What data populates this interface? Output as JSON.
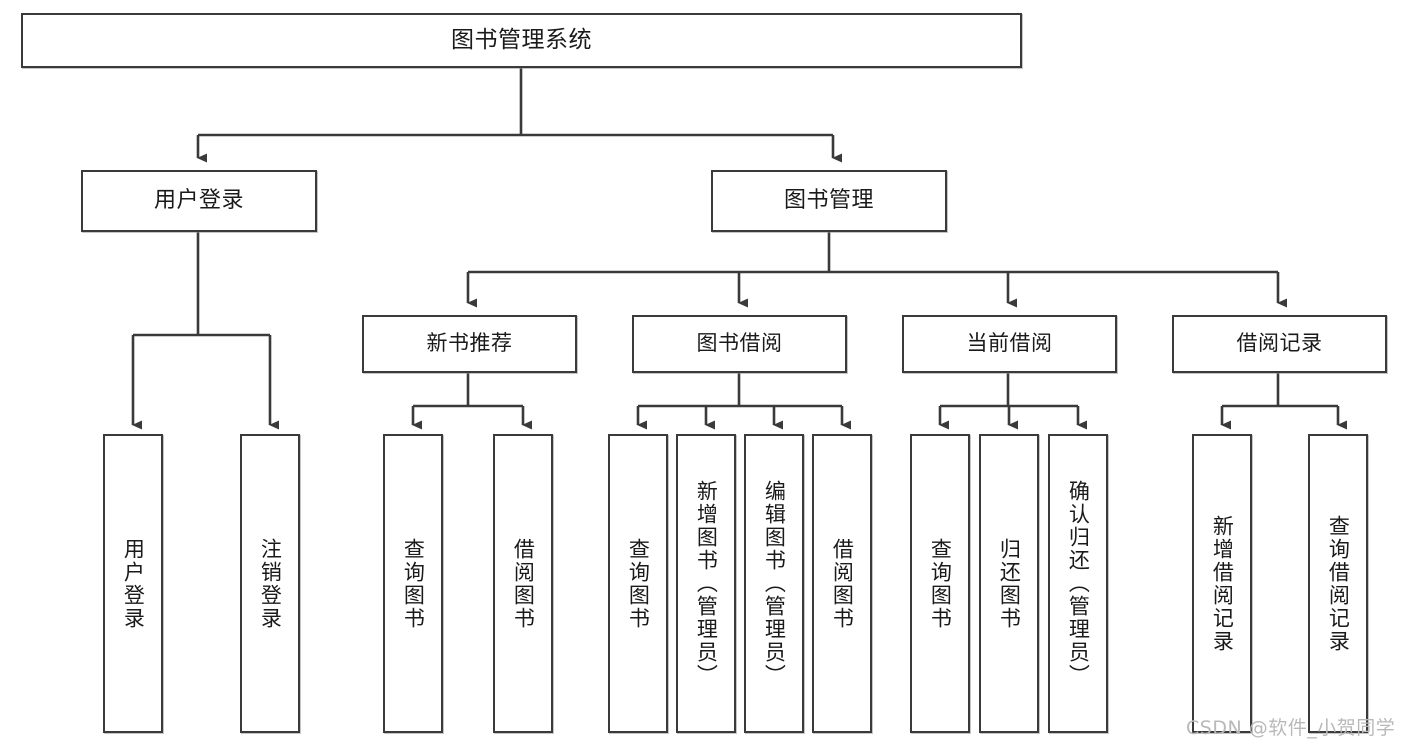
{
  "diagram": {
    "type": "tree",
    "title": "图书管理系统",
    "watermark": "CSDN @软件_小贺同学",
    "colors": {
      "box_border": "#3a3a3a",
      "box_fill": "#ffffff",
      "edge": "#3a3a3a",
      "text": "#1a1a1a",
      "watermark": "#b9b9b9"
    },
    "nodes": {
      "root": {
        "label": "图书管理系统"
      },
      "level2": [
        {
          "label": "用户登录"
        },
        {
          "label": "图书管理"
        }
      ],
      "level3": [
        {
          "label": "新书推荐"
        },
        {
          "label": "图书借阅"
        },
        {
          "label": "当前借阅"
        },
        {
          "label": "借阅记录"
        }
      ],
      "leaves": {
        "user_login": [
          {
            "label": "用户登录"
          },
          {
            "label": "注销登录"
          }
        ],
        "new_book_recommend": [
          {
            "label": "查询图书"
          },
          {
            "label": "借阅图书"
          }
        ],
        "book_borrow": [
          {
            "label": "查询图书"
          },
          {
            "label": "新增图书（管理员）"
          },
          {
            "label": "编辑图书（管理员）"
          },
          {
            "label": "借阅图书"
          }
        ],
        "current_borrow": [
          {
            "label": "查询图书"
          },
          {
            "label": "归还图书"
          },
          {
            "label": "确认归还（管理员）"
          }
        ],
        "borrow_record": [
          {
            "label": "新增借阅记录"
          },
          {
            "label": "查询借阅记录"
          }
        ]
      }
    }
  }
}
